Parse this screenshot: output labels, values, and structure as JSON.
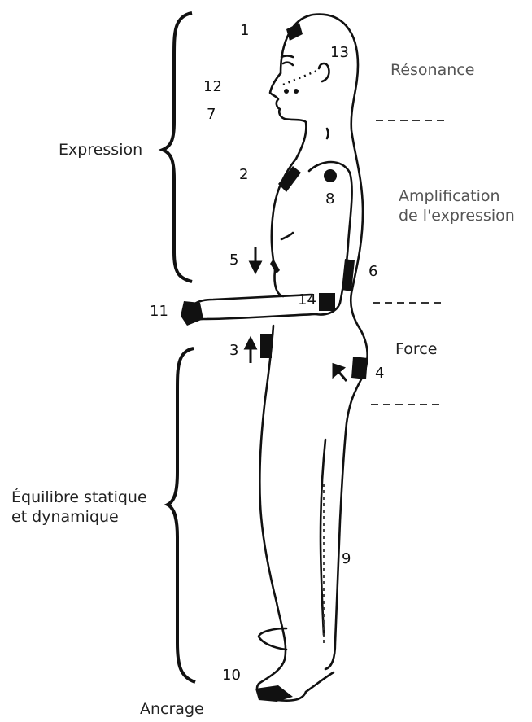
{
  "zones": {
    "expression": "Expression",
    "equilibre_line1": "Équilibre statique",
    "equilibre_line2": "et dynamique",
    "ancrage": "Ancrage",
    "resonance": "Résonance",
    "amplification_line1": "Amplification",
    "amplification_line2": "de l'expression",
    "force": "Force"
  },
  "points": {
    "p1": "1",
    "p2": "2",
    "p3": "3",
    "p4": "4",
    "p5": "5",
    "p6": "6",
    "p7": "7",
    "p8": "8",
    "p9": "9",
    "p10": "10",
    "p11": "11",
    "p12": "12",
    "p13": "13",
    "p14": "14"
  },
  "separator": "------"
}
